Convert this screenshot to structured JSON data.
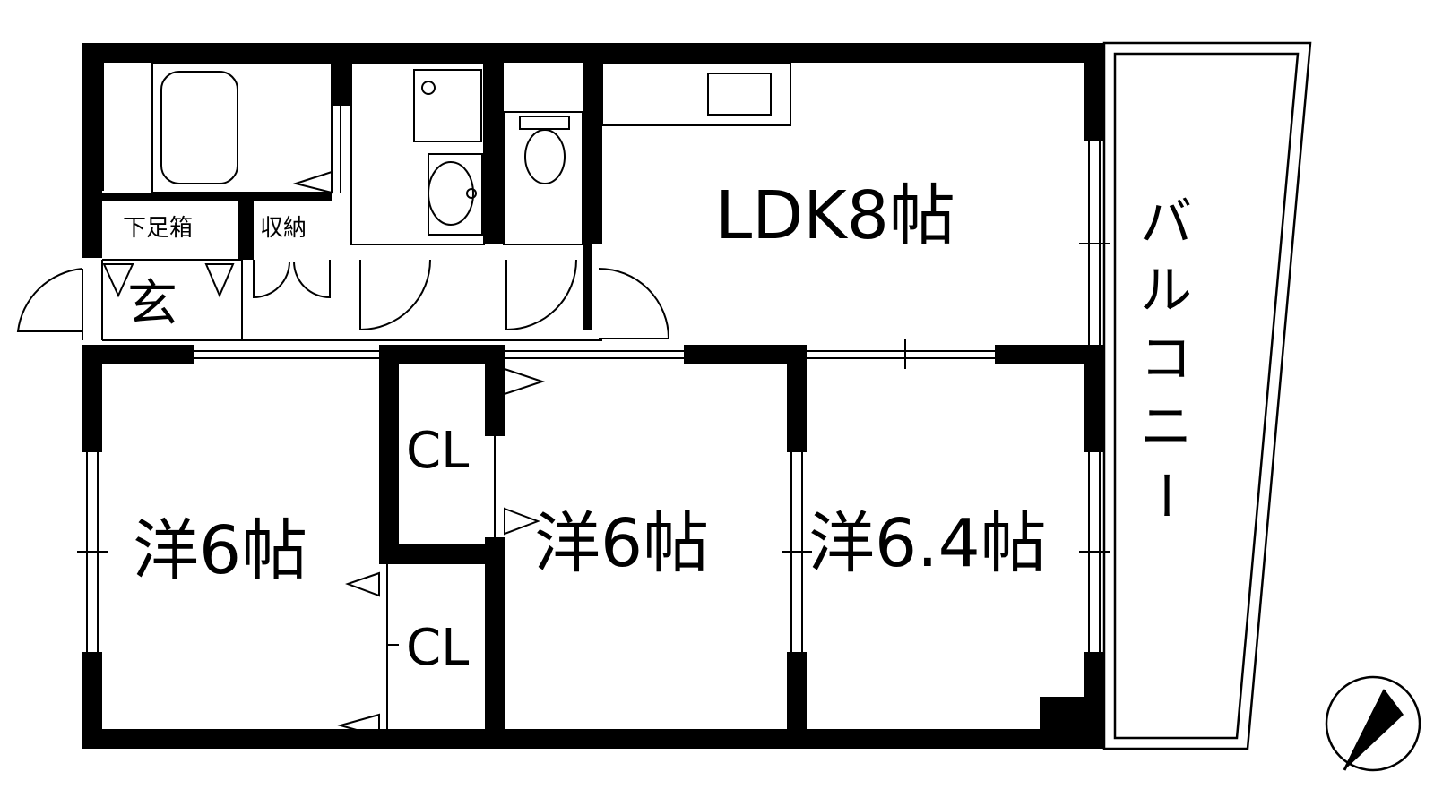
{
  "rooms": {
    "ldk": "LDK8帖",
    "west_room_1": "洋6帖",
    "west_room_2": "洋6帖",
    "west_room_3": "洋6.4帖",
    "closet_upper": "CL",
    "closet_lower": "CL",
    "entrance": "玄",
    "shoe_box": "下足箱",
    "storage": "収納"
  },
  "balcony": [
    "バ",
    "ル",
    "コ",
    "ニ",
    "ー"
  ],
  "colors": {
    "wall": "#000000",
    "background": "#ffffff"
  },
  "icons": {
    "compass": "north-arrow-icon"
  }
}
